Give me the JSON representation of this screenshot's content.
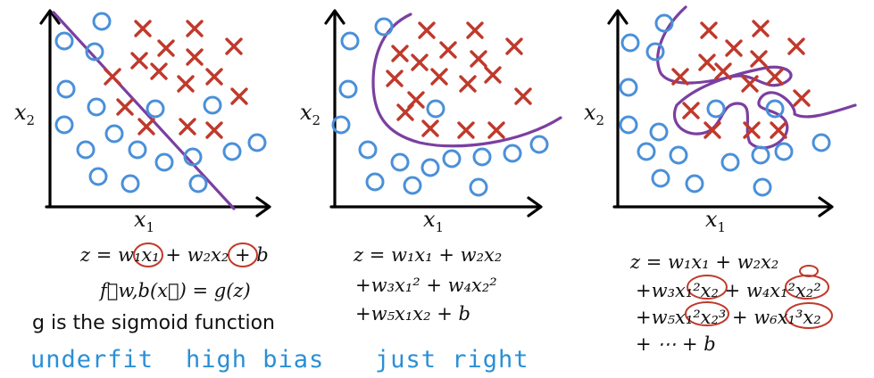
{
  "panels": [
    {
      "x_label": "x",
      "x_label_sub": "1",
      "y_label": "x",
      "y_label_sub": "2",
      "equations": [
        "z = w₁x₁ + w₂x₂ + b",
        "f⃗w,b(x⃗) = g(z)"
      ],
      "caption": "g is the sigmoid function",
      "notes": [
        "underfit",
        "high bias"
      ]
    },
    {
      "x_label": "x",
      "x_label_sub": "1",
      "y_label": "x",
      "y_label_sub": "2",
      "equations": [
        "z = w₁x₁ + w₂x₂",
        "+w₃x₁² + w₄x₂²",
        "+w₅x₁x₂ + b"
      ],
      "notes": [
        "just right"
      ]
    },
    {
      "x_label": "x",
      "x_label_sub": "1",
      "y_label": "x",
      "y_label_sub": "2",
      "equations": [
        "z = w₁x₁ + w₂x₂",
        "+w₃x₁²x₂ + w₄x₁²x₂²",
        "+w₅x₁²x₂³ + w₆x₁³x₂",
        "+ ⋯ + b"
      ]
    }
  ],
  "colors": {
    "circle_class": "#4a90d9",
    "cross_class": "#c0392b",
    "boundary": "#7b3fa0",
    "handwriting": "#2a8fd6",
    "annotation": "#c0392b"
  },
  "icons": [
    "circle-marker-icon",
    "cross-marker-icon",
    "arrow-head-icon"
  ]
}
